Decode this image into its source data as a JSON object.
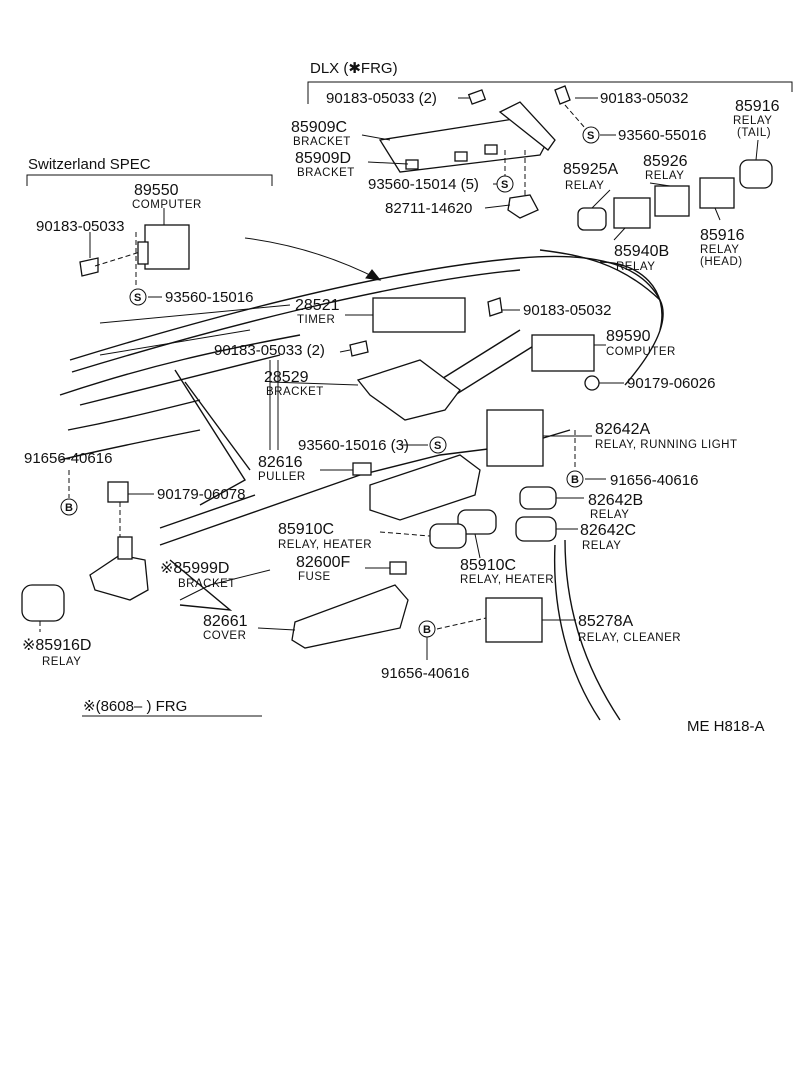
{
  "headers": {
    "dlx": "DLX (✱FRG)",
    "swiss": "Switzerland SPEC",
    "note": "※(8608–        ) FRG",
    "code": "ME  H818-A"
  },
  "symbols": {
    "s": "S",
    "b": "B"
  },
  "labels": [
    {
      "id": "p90183-05033-a",
      "pn": "90183-05033 (2)",
      "name": ""
    },
    {
      "id": "p90183-05032-a",
      "pn": "90183-05032",
      "name": ""
    },
    {
      "id": "p85916-tail",
      "pn": "85916",
      "name": "RELAY",
      "name2": "(TAIL)"
    },
    {
      "id": "p85909c",
      "pn": "85909C",
      "name": "BRACKET"
    },
    {
      "id": "p93560-55016",
      "pn": "93560-55016",
      "name": ""
    },
    {
      "id": "p85909d",
      "pn": "85909D",
      "name": "BRACKET"
    },
    {
      "id": "p93560-15014",
      "pn": "93560-15014 (5)",
      "name": ""
    },
    {
      "id": "p85925a",
      "pn": "85925A",
      "name": "RELAY"
    },
    {
      "id": "p85926",
      "pn": "85926",
      "name": "RELAY"
    },
    {
      "id": "p82711",
      "pn": "82711-14620",
      "name": ""
    },
    {
      "id": "p85916-head",
      "pn": "85916",
      "name": "RELAY",
      "name2": "(HEAD)"
    },
    {
      "id": "p85940b",
      "pn": "85940B",
      "name": "RELAY"
    },
    {
      "id": "p89550",
      "pn": "89550",
      "name": "COMPUTER"
    },
    {
      "id": "p90183-05033-b",
      "pn": "90183-05033",
      "name": ""
    },
    {
      "id": "p93560-15016-a",
      "pn": "93560-15016",
      "name": ""
    },
    {
      "id": "p28521",
      "pn": "28521",
      "name": "TIMER"
    },
    {
      "id": "p90183-05032-b",
      "pn": "90183-05032",
      "name": ""
    },
    {
      "id": "p90183-05033-c",
      "pn": "90183-05033 (2)",
      "name": ""
    },
    {
      "id": "p89590",
      "pn": "89590",
      "name": "COMPUTER"
    },
    {
      "id": "p28529",
      "pn": "28529",
      "name": "BRACKET"
    },
    {
      "id": "p90179-06026",
      "pn": "90179-06026",
      "name": ""
    },
    {
      "id": "p82642a",
      "pn": "82642A",
      "name": "RELAY, RUNNING LIGHT"
    },
    {
      "id": "p93560-15016-b",
      "pn": "93560-15016 (3)",
      "name": ""
    },
    {
      "id": "p91656-40616-a",
      "pn": "91656-40616",
      "name": ""
    },
    {
      "id": "p82616",
      "pn": "82616",
      "name": "PULLER"
    },
    {
      "id": "p90179-06078",
      "pn": "90179-06078",
      "name": ""
    },
    {
      "id": "p91656-40616-b",
      "pn": "91656-40616",
      "name": ""
    },
    {
      "id": "p82642b",
      "pn": "82642B",
      "name": "RELAY"
    },
    {
      "id": "p85910c-a",
      "pn": "85910C",
      "name": "RELAY, HEATER"
    },
    {
      "id": "p82642c",
      "pn": "82642C",
      "name": "RELAY"
    },
    {
      "id": "p85999d",
      "pn": "※85999D",
      "name": "BRACKET"
    },
    {
      "id": "p82600f",
      "pn": "82600F",
      "name": "FUSE"
    },
    {
      "id": "p85910c-b",
      "pn": "85910C",
      "name": "RELAY, HEATER"
    },
    {
      "id": "p82661",
      "pn": "82661",
      "name": "COVER"
    },
    {
      "id": "p85278a",
      "pn": "85278A",
      "name": "RELAY, CLEANER"
    },
    {
      "id": "p85916d",
      "pn": "※85916D",
      "name": "RELAY"
    },
    {
      "id": "p91656-40616-c",
      "pn": "91656-40616",
      "name": ""
    }
  ]
}
